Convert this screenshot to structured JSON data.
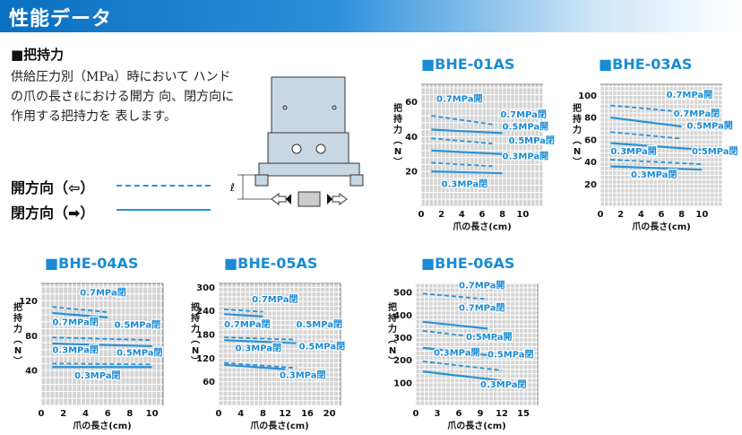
{
  "header": {
    "title": "性能データ"
  },
  "section": {
    "title": "■把持力",
    "description": "供給圧力別（MPa）時において ハンドの爪の長さℓにおける開方 向、閉方向に作用する把持力を 表します。"
  },
  "legend": {
    "open_label": "開方向（⇦）",
    "close_label": "閉方向（➡）"
  },
  "diagram": {
    "dimension_label": "ℓ"
  },
  "colors": {
    "line": "#2a92d6",
    "plot_bg": "#d4d4d4",
    "header": "#0a6fc0"
  },
  "chart_data": [
    {
      "type": "line",
      "title": "■BHE-01AS",
      "xlabel": "爪の長さ(cm)",
      "ylabel": "把持力(N)",
      "xlim": [
        0,
        12
      ],
      "ylim": [
        0,
        70
      ],
      "xticks": [
        0,
        2,
        4,
        6,
        8,
        10
      ],
      "yticks": [
        20,
        40,
        60
      ],
      "series": [
        {
          "name": "0.7MPa開",
          "style": "dashed",
          "x": [
            1,
            7
          ],
          "y": [
            52,
            47
          ],
          "label_at": [
            1.5,
            60
          ]
        },
        {
          "name": "0.7MPa閉",
          "style": "solid",
          "x": [
            1,
            8
          ],
          "y": [
            44,
            42
          ],
          "label_at": [
            7.8,
            51
          ]
        },
        {
          "name": "0.5MPa開",
          "style": "dashed",
          "x": [
            1,
            7
          ],
          "y": [
            39,
            36
          ],
          "label_at": [
            8.0,
            44
          ]
        },
        {
          "name": "0.5MPa閉",
          "style": "solid",
          "x": [
            1,
            8
          ],
          "y": [
            32,
            30
          ],
          "label_at": [
            8.6,
            36
          ]
        },
        {
          "name": "0.3MPa開",
          "style": "dashed",
          "x": [
            1,
            7
          ],
          "y": [
            25,
            23
          ],
          "label_at": [
            8.0,
            27
          ]
        },
        {
          "name": "0.3MPa閉",
          "style": "solid",
          "x": [
            1,
            8
          ],
          "y": [
            20,
            19
          ],
          "label_at": [
            2.0,
            11
          ]
        }
      ]
    },
    {
      "type": "line",
      "title": "■BHE-03AS",
      "xlabel": "爪の長さ(cm)",
      "ylabel": "把持力(N)",
      "xlim": [
        0,
        12
      ],
      "ylim": [
        0,
        110
      ],
      "xticks": [
        0,
        2,
        4,
        6,
        8,
        10
      ],
      "yticks": [
        20,
        40,
        60,
        80,
        100
      ],
      "series": [
        {
          "name": "0.7MPa開",
          "style": "dashed",
          "x": [
            1,
            7
          ],
          "y": [
            91,
            86
          ],
          "label_at": [
            6.5,
            98
          ]
        },
        {
          "name": "0.7MPa閉",
          "style": "solid",
          "x": [
            1,
            8
          ],
          "y": [
            80,
            72
          ],
          "label_at": [
            7.2,
            81
          ]
        },
        {
          "name": "0.5MPa開",
          "style": "dashed",
          "x": [
            1,
            8
          ],
          "y": [
            67,
            61
          ],
          "label_at": [
            8.5,
            70
          ]
        },
        {
          "name": "0.5MPa閉",
          "style": "solid",
          "x": [
            1,
            10
          ],
          "y": [
            57,
            51
          ],
          "label_at": [
            9.0,
            47
          ]
        },
        {
          "name": "0.3MPa開",
          "style": "dashed",
          "x": [
            1,
            10
          ],
          "y": [
            42,
            38
          ],
          "label_at": [
            1.0,
            47
          ]
        },
        {
          "name": "0.3MPa閉",
          "style": "solid",
          "x": [
            1,
            10
          ],
          "y": [
            36,
            33
          ],
          "label_at": [
            3.0,
            26
          ]
        }
      ]
    },
    {
      "type": "line",
      "title": "■BHE-04AS",
      "xlabel": "爪の長さ(cm)",
      "ylabel": "把持力(N)",
      "xlim": [
        0,
        11
      ],
      "ylim": [
        0,
        140
      ],
      "xticks": [
        0,
        2,
        4,
        6,
        8,
        10
      ],
      "yticks": [
        40,
        80,
        120
      ],
      "series": [
        {
          "name": "0.7MPa閉",
          "style": "dashed",
          "x": [
            1,
            6
          ],
          "y": [
            113,
            107
          ],
          "label_at": [
            3.5,
            126
          ]
        },
        {
          "name": "0.7MPa閉",
          "style": "solid",
          "x": [
            1,
            6
          ],
          "y": [
            106,
            101
          ],
          "label_at": [
            1.0,
            92
          ]
        },
        {
          "name": "0.5MPa閉",
          "style": "dashed",
          "x": [
            1,
            10
          ],
          "y": [
            78,
            75
          ],
          "label_at": [
            6.6,
            89
          ]
        },
        {
          "name": "0.5MPa閉",
          "style": "solid",
          "x": [
            1,
            10
          ],
          "y": [
            71,
            68
          ],
          "label_at": [
            6.8,
            57
          ]
        },
        {
          "name": "0.3MPa閉",
          "style": "dashed",
          "x": [
            1,
            10
          ],
          "y": [
            48,
            47
          ],
          "label_at": [
            1.0,
            60
          ]
        },
        {
          "name": "0.3MPa閉",
          "style": "solid",
          "x": [
            1,
            10
          ],
          "y": [
            44,
            44
          ],
          "label_at": [
            3.0,
            31
          ]
        }
      ]
    },
    {
      "type": "line",
      "title": "■BHE-05AS",
      "xlabel": "爪の長さ(cm)",
      "ylabel": "把持力(N)",
      "xlim": [
        0,
        22
      ],
      "ylim": [
        0,
        310
      ],
      "xticks": [
        0,
        4,
        8,
        12,
        16,
        20
      ],
      "yticks": [
        60,
        120,
        180,
        240,
        300
      ],
      "series": [
        {
          "name": "0.7MPa閉",
          "style": "dashed",
          "x": [
            1,
            8
          ],
          "y": [
            244,
            238
          ],
          "label_at": [
            6.0,
            262
          ]
        },
        {
          "name": "0.7MPa閉",
          "style": "solid",
          "x": [
            1,
            8
          ],
          "y": [
            232,
            226
          ],
          "label_at": [
            1.0,
            198
          ]
        },
        {
          "name": "0.5MPa閉",
          "style": "dashed",
          "x": [
            1,
            14
          ],
          "y": [
            173,
            167
          ],
          "label_at": [
            14.0,
            198
          ]
        },
        {
          "name": "0.5MPa閉",
          "style": "solid",
          "x": [
            1,
            14
          ],
          "y": [
            166,
            158
          ],
          "label_at": [
            14.5,
            142
          ]
        },
        {
          "name": "0.3MPa閉",
          "style": "dashed",
          "x": [
            1,
            14
          ],
          "y": [
            108,
            95
          ],
          "label_at": [
            3.0,
            138
          ]
        },
        {
          "name": "0.3MPa閉",
          "style": "solid",
          "x": [
            1,
            12
          ],
          "y": [
            103,
            92
          ],
          "label_at": [
            11.0,
            70
          ]
        }
      ]
    },
    {
      "type": "line",
      "title": "■BHE-06AS",
      "xlabel": "爪の長さ(cm)",
      "ylabel": "把持力(N)",
      "xlim": [
        0,
        17
      ],
      "ylim": [
        0,
        540
      ],
      "xticks": [
        0,
        3,
        6,
        9,
        12,
        15
      ],
      "yticks": [
        100,
        200,
        300,
        400,
        500
      ],
      "series": [
        {
          "name": "0.7MPa開",
          "style": "dashed",
          "x": [
            1,
            10
          ],
          "y": [
            495,
            470
          ],
          "label_at": [
            6.0,
            518
          ]
        },
        {
          "name": "0.7MPa閉",
          "style": "solid",
          "x": [
            1,
            10
          ],
          "y": [
            370,
            340
          ],
          "label_at": [
            6.0,
            418
          ]
        },
        {
          "name": "0.5MPa開",
          "style": "dashed",
          "x": [
            1,
            12
          ],
          "y": [
            330,
            290
          ],
          "label_at": [
            7.0,
            290
          ]
        },
        {
          "name": "0.5MPa閉",
          "style": "solid",
          "x": [
            1,
            12
          ],
          "y": [
            255,
            215
          ],
          "label_at": [
            10.0,
            212
          ]
        },
        {
          "name": "0.3MPa開",
          "style": "dashed",
          "x": [
            1,
            12
          ],
          "y": [
            195,
            155
          ],
          "label_at": [
            2.5,
            220
          ]
        },
        {
          "name": "0.3MPa閉",
          "style": "solid",
          "x": [
            1,
            12
          ],
          "y": [
            150,
            110
          ],
          "label_at": [
            9.0,
            80
          ]
        }
      ]
    }
  ]
}
